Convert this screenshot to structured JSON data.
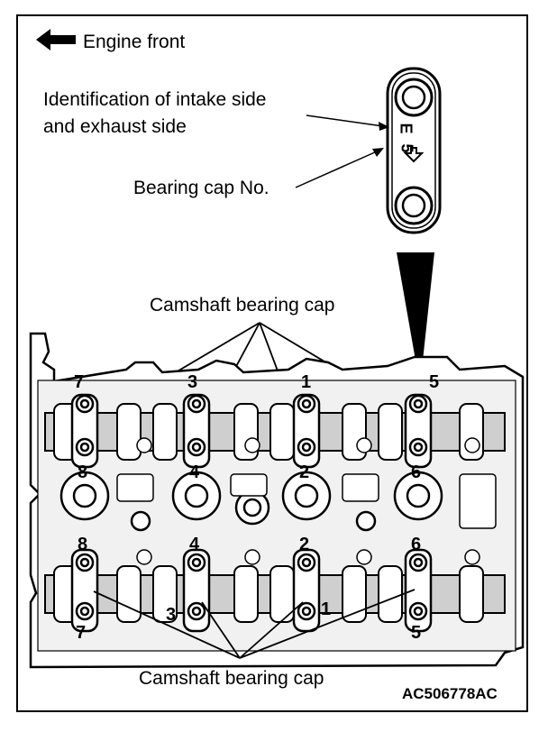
{
  "labels": {
    "engine_front": "Engine front",
    "identification_line1": "Identification of intake side",
    "identification_line2": "and exhaust side",
    "bearing_cap_no": "Bearing cap No.",
    "camshaft_cap_top": "Camshaft bearing cap",
    "camshaft_cap_bottom": "Camshaft bearing cap",
    "figure_code": "AC506778AC"
  },
  "detail_cap": {
    "letter": "E",
    "number": "5"
  },
  "cap_numbers": {
    "top_row": [
      "7",
      "3",
      "1",
      "5"
    ],
    "middle_upper": [
      "8",
      "4",
      "2",
      "6"
    ],
    "middle_lower": [
      "8",
      "4",
      "2",
      "6"
    ],
    "bottom_row": [
      "7",
      "3",
      "1",
      "5"
    ]
  },
  "colors": {
    "ink": "#000000",
    "paper": "#ffffff",
    "shade": "#d9d9d9"
  }
}
